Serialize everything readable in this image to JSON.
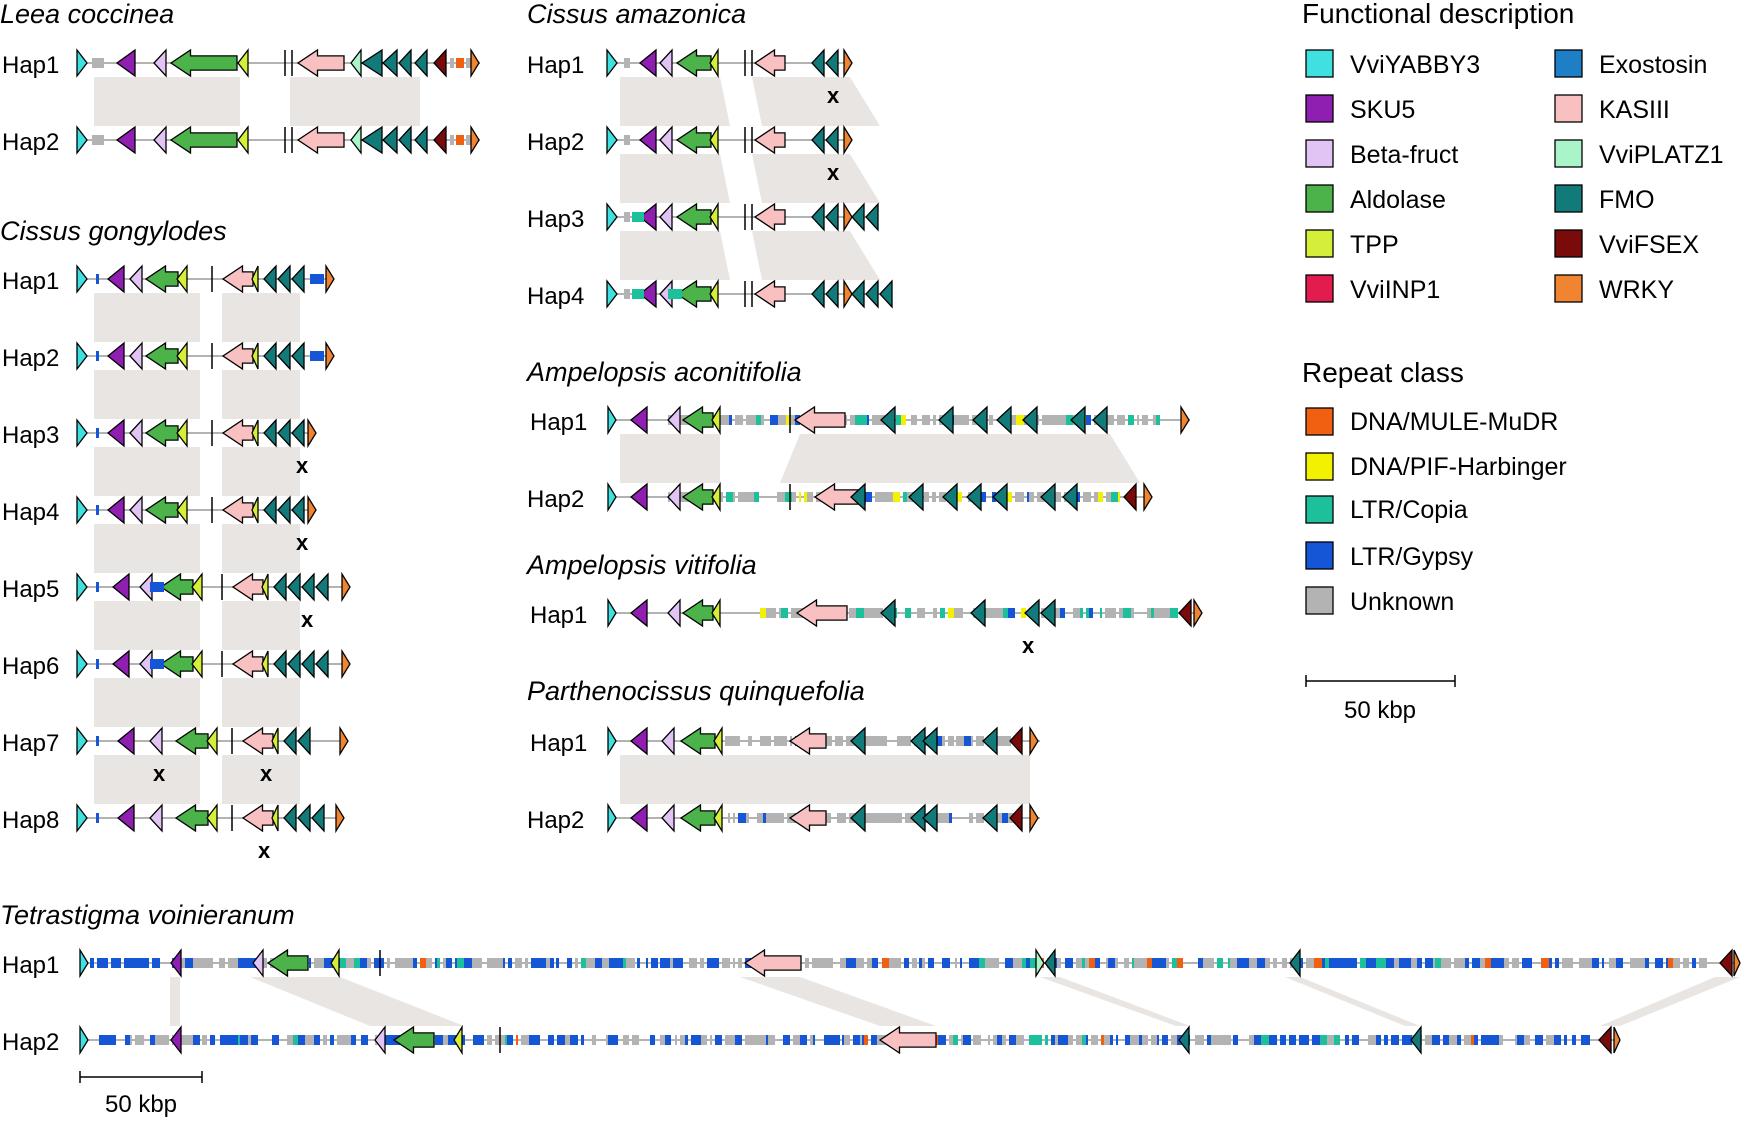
{
  "colors": {
    "VviYABBY3": "#40e0e0",
    "SKU5": "#8e1fb0",
    "Beta-fruct": "#e2c4f4",
    "Aldolase": "#4cb34a",
    "TPP": "#d5ee3a",
    "VviINP1": "#e21c4e",
    "Exostosin": "#1f7fc6",
    "KASIII": "#f8c0c0",
    "VviPLATZ1": "#a9f5c9",
    "FMO": "#137a7a",
    "VviFSEX": "#7b0a0a",
    "WRKY": "#f08430",
    "DNA/MULE-MuDR": "#f06010",
    "DNA/PIF-Harbinger": "#f2f200",
    "LTR/Copia": "#1cc09a",
    "LTR/Gypsy": "#1456d6",
    "Unknown": "#b3b3b3",
    "link": "#e9e5e3",
    "backbone": "#9a9a9a"
  },
  "legend": {
    "functional_title": "Functional description",
    "functional_items": [
      {
        "label": "VviYABBY3",
        "color_key": "VviYABBY3"
      },
      {
        "label": "SKU5",
        "color_key": "SKU5"
      },
      {
        "label": "Beta-fruct",
        "color_key": "Beta-fruct"
      },
      {
        "label": "Aldolase",
        "color_key": "Aldolase"
      },
      {
        "label": "TPP",
        "color_key": "TPP"
      },
      {
        "label": "VviINP1",
        "color_key": "VviINP1"
      },
      {
        "label": "Exostosin",
        "color_key": "Exostosin"
      },
      {
        "label": "KASIII",
        "color_key": "KASIII"
      },
      {
        "label": "VviPLATZ1",
        "color_key": "VviPLATZ1"
      },
      {
        "label": "FMO",
        "color_key": "FMO"
      },
      {
        "label": "VviFSEX",
        "color_key": "VviFSEX"
      },
      {
        "label": "WRKY",
        "color_key": "WRKY"
      }
    ],
    "repeat_title": "Repeat class",
    "repeat_items": [
      {
        "label": "DNA/MULE-MuDR",
        "color_key": "DNA/MULE-MuDR"
      },
      {
        "label": "DNA/PIF-Harbinger",
        "color_key": "DNA/PIF-Harbinger"
      },
      {
        "label": "LTR/Copia",
        "color_key": "LTR/Copia"
      },
      {
        "label": "LTR/Gypsy",
        "color_key": "LTR/Gypsy"
      },
      {
        "label": "Unknown",
        "color_key": "Unknown"
      }
    ],
    "scale_label": "50 kbp"
  },
  "bottom_scale_label": "50 kbp",
  "missing_marker": "x",
  "panels": [
    {
      "species": "Leea coccinea",
      "haplotypes": [
        {
          "label": "Hap1",
          "missing": 0
        },
        {
          "label": "Hap2",
          "missing": 0
        }
      ]
    },
    {
      "species": "Cissus gongylodes",
      "haplotypes": [
        {
          "label": "Hap1",
          "missing": 0
        },
        {
          "label": "Hap2",
          "missing": 0
        },
        {
          "label": "Hap3",
          "missing": 1
        },
        {
          "label": "Hap4",
          "missing": 1
        },
        {
          "label": "Hap5",
          "missing": 1
        },
        {
          "label": "Hap6",
          "missing": 0
        },
        {
          "label": "Hap7",
          "missing": 2
        },
        {
          "label": "Hap8",
          "missing": 1
        }
      ]
    },
    {
      "species": "Cissus amazonica",
      "haplotypes": [
        {
          "label": "Hap1",
          "missing": 1
        },
        {
          "label": "Hap2",
          "missing": 1
        },
        {
          "label": "Hap3",
          "missing": 0
        },
        {
          "label": "Hap4",
          "missing": 0
        }
      ]
    },
    {
      "species": "Ampelopsis aconitifolia",
      "haplotypes": [
        {
          "label": "Hap1",
          "missing": 0
        },
        {
          "label": "Hap2",
          "missing": 0
        }
      ]
    },
    {
      "species": "Ampelopsis vitifolia",
      "haplotypes": [
        {
          "label": "Hap1",
          "missing": 1
        }
      ]
    },
    {
      "species": "Parthenocissus quinquefolia",
      "haplotypes": [
        {
          "label": "Hap1",
          "missing": 0
        },
        {
          "label": "Hap2",
          "missing": 0
        }
      ]
    },
    {
      "species": "Tetrastigma voinieranum",
      "haplotypes": [
        {
          "label": "Hap1",
          "missing": 0
        },
        {
          "label": "Hap2",
          "missing": 0
        }
      ]
    }
  ]
}
